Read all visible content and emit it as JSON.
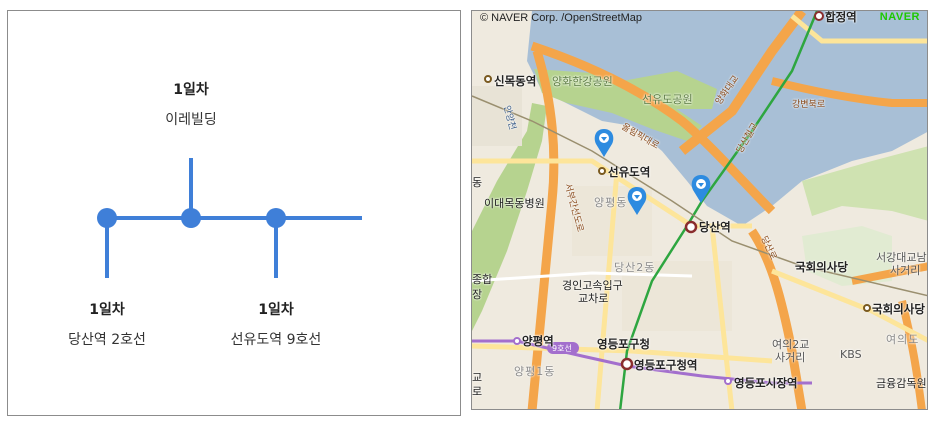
{
  "timeline": {
    "stop_top": {
      "day": "1일차",
      "place": "이레빌딩"
    },
    "stop_left": {
      "day": "1일차",
      "place": "당산역 2호선"
    },
    "stop_right": {
      "day": "1일차",
      "place": "선유도역 9호선"
    },
    "line_color": "#3f7fd8"
  },
  "map": {
    "credit": "© NAVER Corp. /OpenStreetMap",
    "brand": "NAVER",
    "colors": {
      "water": "#a8bfd6",
      "park": "#b6d38f",
      "road_major": "#f4a54a",
      "road_minor": "#fde59a",
      "line2": "#2ea640",
      "line9": "#a36fcd"
    },
    "labels": {
      "hapjeong": "합정역",
      "sinmokdong": "신목동역",
      "yanghwa_park": "양화한강공원",
      "seonyudo_park": "선유도공원",
      "yanghwa_bridge": "양화대교",
      "gangbyeon": "강변북로",
      "dangsan_rail_bridge": "당산철교",
      "anyangcheon": "안양천",
      "olympic": "올림픽대로",
      "seobu": "서부간선도로",
      "seonyudo_station": "선유도역",
      "dangsan_station": "당산역",
      "yangpyeong_dong": "양평동",
      "dangsan2": "당산2동",
      "ewha_hospital": "이대목동병원",
      "dong_fragment": "동",
      "gyeongin": "경인고속입구",
      "gyeongin2": "교차로",
      "yangpyeong_station": "양평역",
      "line9_label": "9호선",
      "yeongdeungpo_office": "영등포구청",
      "yeongdeungpo_office_station": "영등포구청역",
      "yangpyeong1": "양평1동",
      "yeongdeungpo_market": "영등포시장역",
      "national_assembly": "국회의사당",
      "national_assembly_station": "국회의사당",
      "seogang_bridge_1": "서강대교남",
      "seogang_bridge_2": "사거리",
      "yeouido_fragment": "여의도",
      "yeoui2": "여의2교",
      "yeoui2b": "사거리",
      "kbs": "KBS",
      "geumyung": "금융감독원",
      "jonghap1": "종합",
      "jonghap2": "장",
      "left_edge": "교",
      "left_edge2": "로",
      "dangsan_road": "당산로"
    },
    "markers": [
      "pin-seonyudo",
      "pin-ireh-building",
      "pin-dangsan"
    ]
  }
}
